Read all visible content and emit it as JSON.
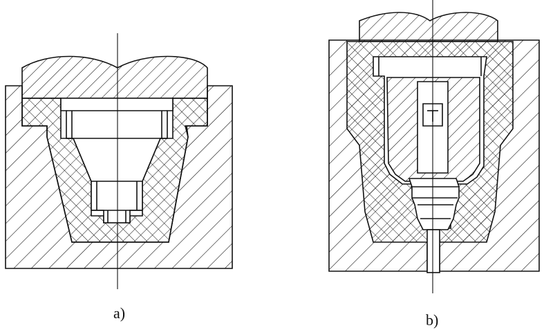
{
  "figure": {
    "panels": [
      {
        "id": "a",
        "label": "a)"
      },
      {
        "id": "b",
        "label": "b)"
      }
    ],
    "colors": {
      "line": "#111111",
      "background": "#ffffff"
    }
  }
}
